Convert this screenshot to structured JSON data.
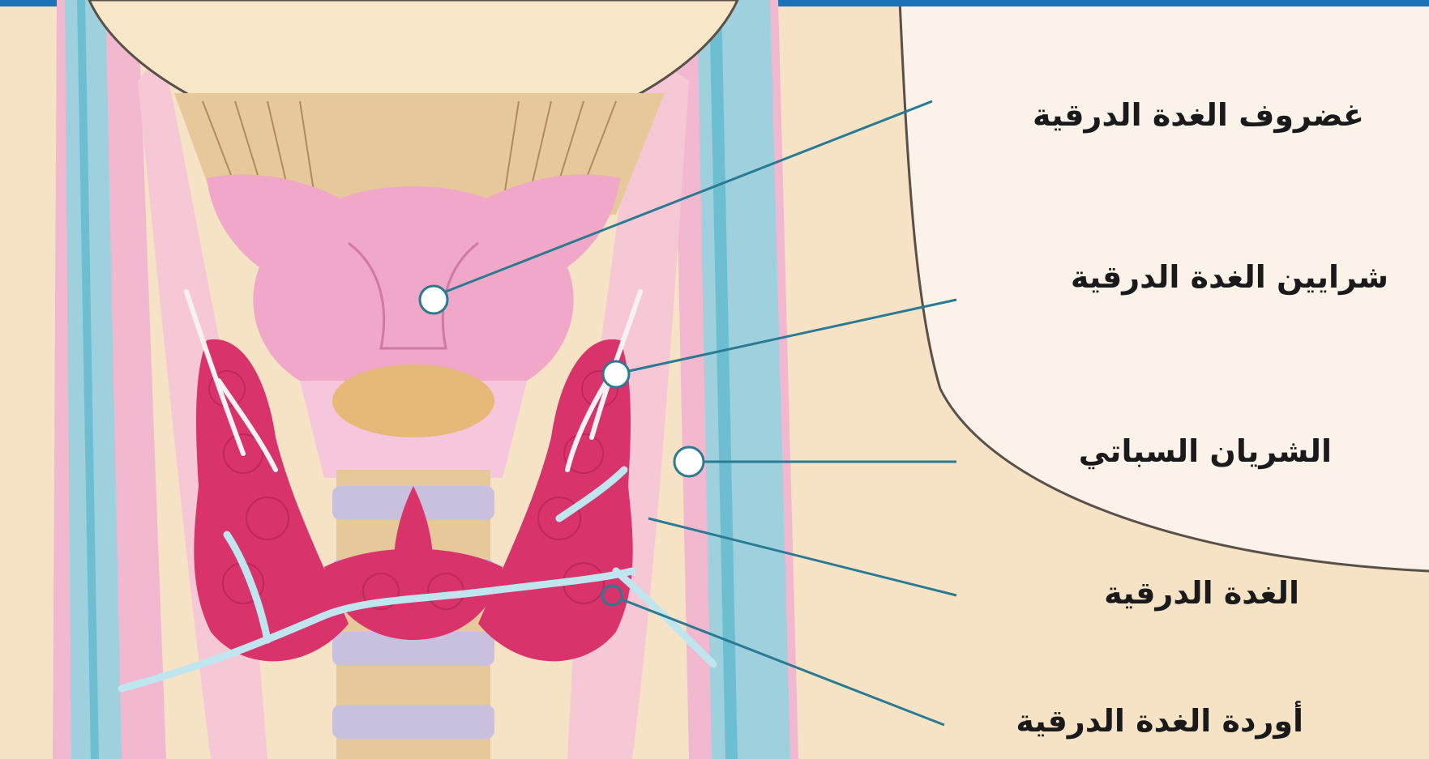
{
  "diagram": {
    "labels": {
      "thyroid_cartilage": "غضروف الغدة الدرقية",
      "thyroid_arteries": "شرايين الغدة الدرقية",
      "carotid_artery": "الشريان السباتي",
      "thyroid_gland": "الغدة الدرقية",
      "thyroid_veins": "أوردة الغدة الدرقية"
    },
    "colors": {
      "skin": "#f6e3c6",
      "background": "#fbf3ea",
      "muscle_pink": "#f2b8cf",
      "vein_blue": "#8fd3e0",
      "gland": "#d8336a",
      "cartilage": "#f0a7c8",
      "trachea_ring": "#c9c0de",
      "pointer_line": "#2a7a92"
    }
  }
}
